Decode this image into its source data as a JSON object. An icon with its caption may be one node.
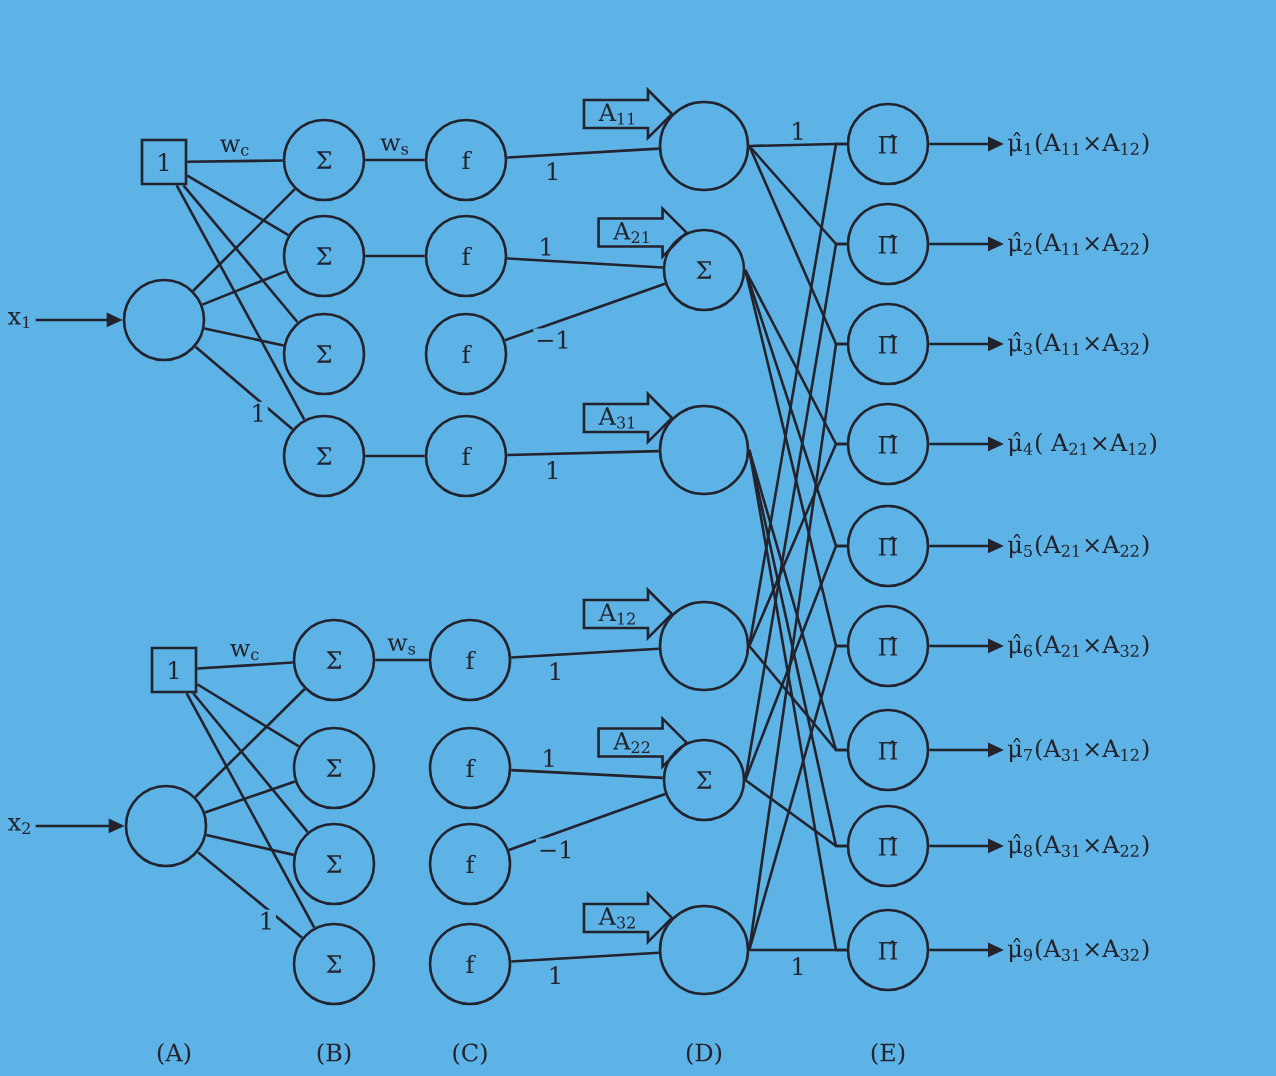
{
  "diagram": {
    "nodes": [
      {
        "text": [
          "x$_{1}$"
        ]
      },
      {
        "text": [
          "1"
        ]
      },
      {
        "text": [],
        "shape": "circle"
      },
      {
        "text": [
          "Σ"
        ]
      },
      {
        "text": [
          "Σ"
        ]
      },
      {
        "text": [
          "Σ"
        ]
      },
      {
        "text": [
          "Σ"
        ]
      },
      {
        "text": [
          "f"
        ]
      },
      {
        "text": [
          "f"
        ]
      },
      {
        "text": [
          "f"
        ]
      },
      {
        "text": [
          "f"
        ]
      },
      {
        "text": [],
        "shape": "circle"
      },
      {
        "text": [
          "Σ"
        ]
      },
      {
        "text": [],
        "shape": "circle"
      },
      {
        "text": [
          "x$_{2}$"
        ]
      },
      {
        "text": [
          "1"
        ]
      },
      {
        "text": [],
        "shape": "circle"
      },
      {
        "text": [
          "Σ"
        ]
      },
      {
        "text": [
          "Σ"
        ]
      },
      {
        "text": [
          "Σ"
        ]
      },
      {
        "text": [
          "Σ"
        ]
      },
      {
        "text": [
          "f"
        ]
      },
      {
        "text": [
          "f"
        ]
      },
      {
        "text": [
          "f"
        ]
      },
      {
        "text": [
          "f"
        ]
      },
      {
        "text": [],
        "shape": "circle"
      },
      {
        "text": [
          "Σ"
        ]
      },
      {
        "text": [],
        "shape": "circle"
      },
      {
        "text": [
          "Π̂"
        ]
      },
      {
        "text": [
          "Π̂"
        ]
      },
      {
        "text": [
          "Π̂"
        ]
      },
      {
        "text": [
          "Π̂"
        ]
      },
      {
        "text": [
          "Π̂"
        ]
      },
      {
        "text": [
          "Π̂"
        ]
      },
      {
        "text": [
          "Π̂"
        ]
      },
      {
        "text": [
          "Π̂"
        ]
      },
      {
        "text": [
          "Π̂"
        ]
      },
      {
        "text": [
          "μ̂$_{1}$(A$_{11}$×A$_{12}$)"
        ]
      },
      {
        "text": [
          "μ̂$_{2}$(A$_{11}$×A$_{22}$)"
        ]
      },
      {
        "text": [
          "μ̂$_{3}$(A$_{11}$×A$_{32}$)"
        ]
      },
      {
        "text": [
          "μ̂$_{4}$( A$_{21}$×A$_{12}$)"
        ]
      },
      {
        "text": [
          "μ̂$_{5}$(A$_{21}$×A$_{22}$)"
        ]
      },
      {
        "text": [
          "μ̂$_{6}$(A$_{21}$×A$_{32}$)"
        ]
      },
      {
        "text": [
          "μ̂$_{7}$(A$_{31}$×A$_{12}$)"
        ]
      },
      {
        "text": [
          "μ̂$_{8}$(A$_{31}$×A$_{22}$)"
        ]
      },
      {
        "text": [
          "μ̂$_{9}$(A$_{31}$×A$_{32}$)"
        ]
      }
    ],
    "edges": [
      {
        "from": 0,
        "to": 2,
        "arrow": "to"
      },
      {
        "from": 1,
        "to": 3,
        "arrow": "none",
        "label": "w$_{c}$"
      },
      {
        "from": 1,
        "to": 4,
        "arrow": "none"
      },
      {
        "from": 1,
        "to": 5,
        "arrow": "none"
      },
      {
        "from": 1,
        "to": 6,
        "arrow": "none"
      },
      {
        "from": 2,
        "to": 3,
        "arrow": "none"
      },
      {
        "from": 2,
        "to": 4,
        "arrow": "none"
      },
      {
        "from": 2,
        "to": 5,
        "arrow": "none"
      },
      {
        "from": 2,
        "to": 6,
        "arrow": "none",
        "label": "1"
      },
      {
        "from": 3,
        "to": 7,
        "arrow": "none",
        "label": "w$_{s}$"
      },
      {
        "from": 4,
        "to": 8,
        "arrow": "none"
      },
      {
        "from": 6,
        "to": 10,
        "arrow": "none"
      },
      {
        "from": 7,
        "to": 11,
        "arrow": "none",
        "label": "1"
      },
      {
        "from": 8,
        "to": 12,
        "arrow": "none",
        "label": "1"
      },
      {
        "from": 9,
        "to": 12,
        "arrow": "none",
        "label": "−1"
      },
      {
        "from": 10,
        "to": 13,
        "arrow": "none",
        "label": "1"
      },
      {
        "from": null,
        "to": 11,
        "arrow": "to",
        "label": "A$_{11}$"
      },
      {
        "from": null,
        "to": 12,
        "arrow": "to",
        "label": "A$_{21}$"
      },
      {
        "from": null,
        "to": 13,
        "arrow": "to",
        "label": "A$_{31}$"
      },
      {
        "from": 14,
        "to": 16,
        "arrow": "to"
      },
      {
        "from": 15,
        "to": 17,
        "arrow": "none",
        "label": "w$_{c}$"
      },
      {
        "from": 15,
        "to": 18,
        "arrow": "none"
      },
      {
        "from": 15,
        "to": 19,
        "arrow": "none"
      },
      {
        "from": 15,
        "to": 20,
        "arrow": "none"
      },
      {
        "from": 16,
        "to": 17,
        "arrow": "none"
      },
      {
        "from": 16,
        "to": 18,
        "arrow": "none"
      },
      {
        "from": 16,
        "to": 19,
        "arrow": "none"
      },
      {
        "from": 16,
        "to": 20,
        "arrow": "none",
        "label": "1"
      },
      {
        "from": 17,
        "to": 21,
        "arrow": "none",
        "label": "w$_{s}$"
      },
      {
        "from": 21,
        "to": 25,
        "arrow": "none",
        "label": "1"
      },
      {
        "from": 22,
        "to": 26,
        "arrow": "none",
        "label": "1"
      },
      {
        "from": 23,
        "to": 26,
        "arrow": "none",
        "label": "−1"
      },
      {
        "from": 24,
        "to": 27,
        "arrow": "none",
        "label": "1"
      },
      {
        "from": null,
        "to": 25,
        "arrow": "to",
        "label": "A$_{12}$"
      },
      {
        "from": null,
        "to": 26,
        "arrow": "to",
        "label": "A$_{22}$"
      },
      {
        "from": null,
        "to": 27,
        "arrow": "to",
        "label": "A$_{32}$"
      },
      {
        "from": 11,
        "to": 28,
        "arrow": "none",
        "label": "1"
      },
      {
        "from": 11,
        "to": 29,
        "arrow": "none"
      },
      {
        "from": 11,
        "to": 30,
        "arrow": "none"
      },
      {
        "from": 12,
        "to": 31,
        "arrow": "none"
      },
      {
        "from": 12,
        "to": 32,
        "arrow": "none"
      },
      {
        "from": 12,
        "to": 33,
        "arrow": "none"
      },
      {
        "from": 13,
        "to": 34,
        "arrow": "none"
      },
      {
        "from": 13,
        "to": 35,
        "arrow": "none"
      },
      {
        "from": 13,
        "to": 36,
        "arrow": "none"
      },
      {
        "from": 25,
        "to": 28,
        "arrow": "none"
      },
      {
        "from": 26,
        "to": 29,
        "arrow": "none"
      },
      {
        "from": 27,
        "to": 30,
        "arrow": "none"
      },
      {
        "from": 25,
        "to": 31,
        "arrow": "none"
      },
      {
        "from": 26,
        "to": 32,
        "arrow": "none"
      },
      {
        "from": 27,
        "to": 33,
        "arrow": "none"
      },
      {
        "from": 25,
        "to": 34,
        "arrow": "none"
      },
      {
        "from": 26,
        "to": 35,
        "arrow": "none"
      },
      {
        "from": 27,
        "to": 36,
        "arrow": "none",
        "label": "1"
      },
      {
        "from": 28,
        "to": 37,
        "arrow": "to"
      },
      {
        "from": 29,
        "to": 38,
        "arrow": "to"
      },
      {
        "from": 30,
        "to": 39,
        "arrow": "to"
      },
      {
        "from": 31,
        "to": 40,
        "arrow": "to"
      },
      {
        "from": 32,
        "to": 41,
        "arrow": "to"
      },
      {
        "from": 33,
        "to": 42,
        "arrow": "to"
      },
      {
        "from": 34,
        "to": 43,
        "arrow": "to"
      },
      {
        "from": 35,
        "to": 44,
        "arrow": "to"
      },
      {
        "from": 36,
        "to": 45,
        "arrow": "to"
      }
    ],
    "labels": [
      "(A)",
      "(B)",
      "(C)",
      "(D)",
      "(E)"
    ]
  }
}
